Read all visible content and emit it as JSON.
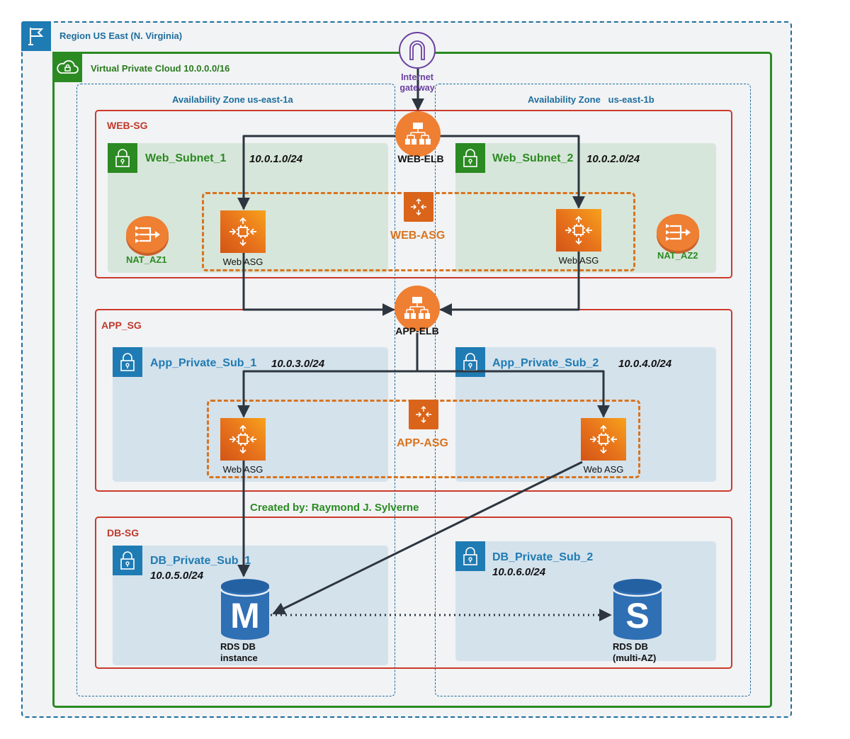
{
  "region": {
    "label": "Region US East (N. Virginia)",
    "icon": "flag-icon"
  },
  "vpc": {
    "label": "Virtual Private Cloud 10.0.0.0/16",
    "icon": "cloud-lock-icon"
  },
  "internet_gateway": {
    "label_line1": "Internet",
    "label_line2": "gateway",
    "icon": "internet-gateway-icon"
  },
  "availability_zones": [
    {
      "label": "Availability Zone  us-east-1a"
    },
    {
      "label": "Availability Zone   us-east-1b"
    }
  ],
  "security_groups": {
    "web": {
      "label": "WEB-SG"
    },
    "app": {
      "label": "APP_SG"
    },
    "db": {
      "label": "DB-SG"
    }
  },
  "load_balancers": {
    "web": {
      "label": "WEB-ELB",
      "icon": "load-balancer-icon"
    },
    "app": {
      "label": "APP-ELB",
      "icon": "load-balancer-icon"
    }
  },
  "subnets": {
    "web1": {
      "name": "Web_Subnet_1",
      "cidr": "10.0.1.0/24"
    },
    "web2": {
      "name": "Web_Subnet_2",
      "cidr": "10.0.2.0/24"
    },
    "app1": {
      "name": "App_Private_Sub_1",
      "cidr": "10.0.3.0/24"
    },
    "app2": {
      "name": "App_Private_Sub_2",
      "cidr": "10.0.4.0/24"
    },
    "db1": {
      "name": "DB_Private_Sub_1",
      "cidr": "10.0.5.0/24"
    },
    "db2": {
      "name": "DB_Private_Sub_2",
      "cidr": "10.0.6.0/24"
    }
  },
  "auto_scaling_groups": {
    "web": {
      "label": "WEB-ASG"
    },
    "app": {
      "label": "APP-ASG"
    }
  },
  "instances": {
    "web1": {
      "label": "Web ASG"
    },
    "web2": {
      "label": "Web ASG"
    },
    "app1": {
      "label": "Web ASG"
    },
    "app2": {
      "label": "Web ASG"
    }
  },
  "nat_gateways": {
    "az1": {
      "label": "NAT_AZ1"
    },
    "az2": {
      "label": "NAT_AZ2"
    }
  },
  "databases": {
    "master": {
      "letter": "M",
      "label_line1": "RDS DB",
      "label_line2": "instance"
    },
    "standby": {
      "letter": "S",
      "label_line1": "RDS DB",
      "label_line2": "(multi-AZ)"
    }
  },
  "credit": "Created by: Raymond J. Sylverne",
  "colors": {
    "region": "#1f6e9c",
    "vpc": "#2b8a22",
    "security_group": "#cc3a2a",
    "asg": "#d9741f",
    "aws_orange": "#ef7f32",
    "igw": "#6b3fa0",
    "rds_blue": "#2f6fb4",
    "connector": "#2d3540"
  }
}
